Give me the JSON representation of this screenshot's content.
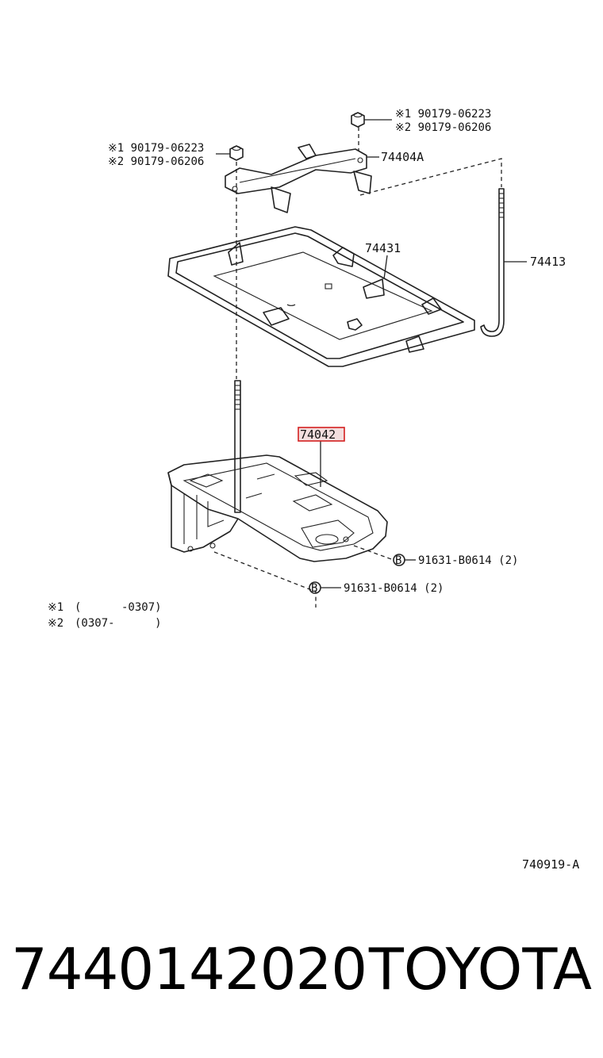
{
  "diagram": {
    "callouts": {
      "nut_top_right_1": "※1 90179-06223",
      "nut_top_right_2": "※2 90179-06206",
      "nut_left_1": "※1 90179-06223",
      "nut_left_2": "※2 90179-06206",
      "clamp": "74404A",
      "tray_upper": "74431",
      "rod": "74413",
      "carrier_highlighted": "74042",
      "bolt_right": "91631-B0614 (2)",
      "bolt_left": "91631-B0614 (2)"
    },
    "bolt_symbol": "B",
    "notes": {
      "note1_mark": "※1",
      "note1_text": "(      -0307)",
      "note2_mark": "※2",
      "note2_text": "(0307-      )"
    },
    "drawing_code": "740919-A",
    "highlight_color": "#d42020"
  },
  "footer": {
    "part_number": "7440142020",
    "brand": "TOYOTA"
  }
}
